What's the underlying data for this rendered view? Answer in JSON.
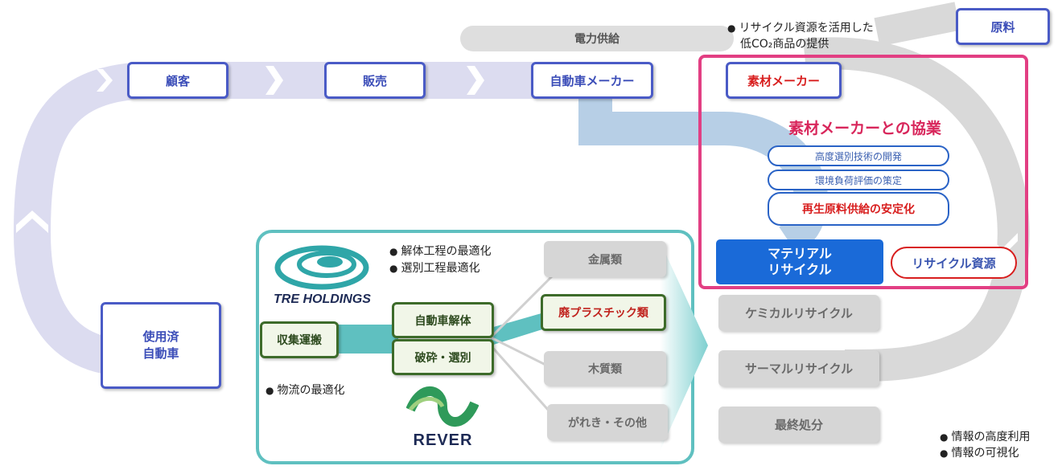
{
  "flow": {
    "customer": "顧客",
    "sales": "販売",
    "automaker": "自動車メーカー",
    "material_maker": "素材メーカー",
    "raw_material": "原料",
    "used_car": "使用済\n自動車",
    "power_supply": "電力供給"
  },
  "notes": {
    "recycled_product": [
      "リサイクル資源を活用した",
      "低CO₂商品の提供"
    ],
    "dismantling": [
      "解体工程の最適化",
      "選別工程最適化"
    ],
    "logistics": [
      "物流の最適化"
    ],
    "information": [
      "情報の高度利用",
      "情報の可視化"
    ]
  },
  "collaboration": {
    "title": "素材メーカーとの協業",
    "items": [
      "高度選別技術の開発",
      "環境負荷評価の策定",
      "再生原料供給の安定化"
    ],
    "material_recycle": "マテリアル\nリサイクル",
    "recycle_resource": "リサイクル資源"
  },
  "process": {
    "collection": "収集運搬",
    "dismantle": "自動車解体",
    "shred_sort": "破砕・選別"
  },
  "outputs": {
    "metals": "金属類",
    "plastics": "廃プラスチック類",
    "wood": "木質類",
    "debris": "がれき・その他"
  },
  "recycling": {
    "chemical": "ケミカルリサイクル",
    "thermal": "サーマルリサイクル",
    "final_disposal": "最終処分"
  },
  "logos": {
    "tre": "TRE HOLDINGS",
    "rever": "REVER"
  },
  "colors": {
    "flow_purple": "#dcdcf0",
    "flow_gray": "#d3d3d3",
    "flow_blue": "#b7cfe6",
    "teal_frame": "#5fc0c0",
    "pink_frame": "#e23f83",
    "title_red": "#d8265b",
    "accent_red": "#d81e1e",
    "primary_blue": "#1a6ad8"
  }
}
